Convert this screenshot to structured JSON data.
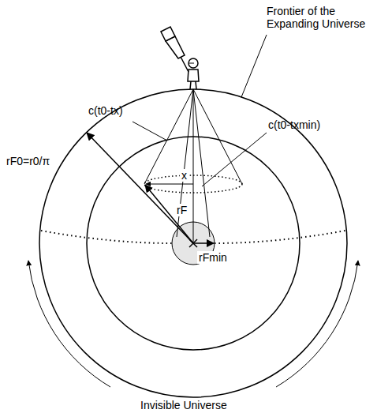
{
  "diagram": {
    "labels": [
      "Frontier of the Expanding Universe",
      "c(t0-tx)",
      "rF0=r0/π",
      "c(t0-txmin)",
      "x",
      "rF",
      "rFmin",
      "Invisible Universe"
    ]
  }
}
